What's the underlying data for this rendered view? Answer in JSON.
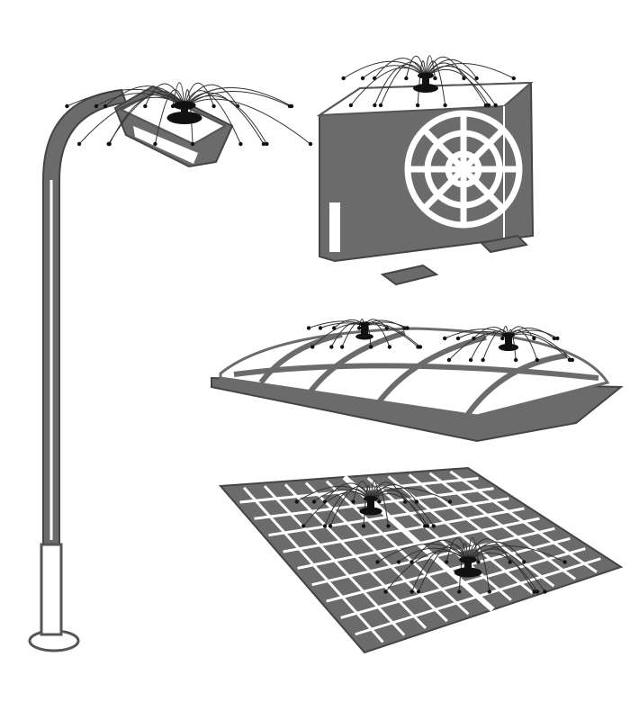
{
  "colors": {
    "background": "#ffffff",
    "object_fill": "#6b6b6b",
    "outline": "#4a4a4a",
    "highlight": "#ffffff",
    "spike_base": "#111111",
    "wire": "#333333"
  },
  "objects": [
    {
      "name": "street-lamp",
      "deterrents": 1
    },
    {
      "name": "air-conditioner-unit",
      "deterrents": 1
    },
    {
      "name": "skylight-dome",
      "deterrents": 2
    },
    {
      "name": "solar-panel",
      "deterrents": 2
    }
  ],
  "icons": [
    "bird-deterrent-spider-icon"
  ]
}
